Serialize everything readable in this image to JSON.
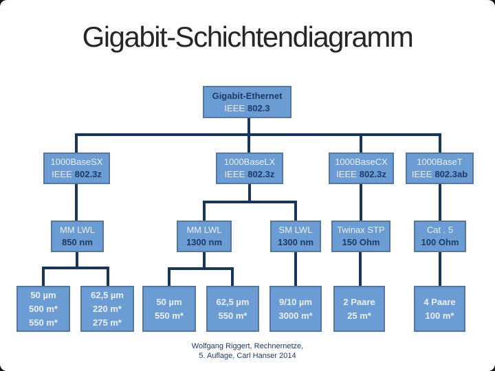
{
  "slide": {
    "title": "Gigabit-Schichtendiagramm",
    "footer": {
      "line1": "Wolfgang Riggert, Rechnernetze,",
      "line2": "5. Auflage, Carl Hanser 2014"
    }
  },
  "colors": {
    "box_fill": "#6C9CD4",
    "box_border": "#53779E",
    "connector": "#16365C",
    "text_dark": "#1E3A66",
    "text_light": "#ECF0F6",
    "title_text": "#262626"
  },
  "tree": {
    "root": {
      "name": "Gigabit-Ethernet",
      "std_prefix": "IEEE",
      "std_number": "802.3"
    },
    "level2": [
      {
        "name": "1000BaseSX",
        "std_prefix": "IEEE",
        "std_number": "802.3z"
      },
      {
        "name": "1000BaseLX",
        "std_prefix": "IEEE",
        "std_number": "802.3z"
      },
      {
        "name": "1000BaseCX",
        "std_prefix": "IEEE",
        "std_number": "802.3z"
      },
      {
        "name": "1000BaseT",
        "std_prefix": "IEEE",
        "std_number": "802.3ab"
      }
    ],
    "level3": [
      {
        "name": "MM LWL",
        "value": "850 nm"
      },
      {
        "name": "MM LWL",
        "value": "1300 nm"
      },
      {
        "name": "SM LWL",
        "value": "1300 nm"
      },
      {
        "name": "Twinax STP",
        "value": "150 Ohm"
      },
      {
        "name": "Cat . 5",
        "value": "100 Ohm"
      }
    ],
    "level4": [
      {
        "lines": [
          "50 µm",
          "500 m*",
          "550 m*"
        ]
      },
      {
        "lines": [
          "62,5 µm",
          "220 m*",
          "275 m*"
        ]
      },
      {
        "lines": [
          "50 µm",
          "550 m*"
        ]
      },
      {
        "lines": [
          "62,5 µm",
          "550 m*"
        ]
      },
      {
        "lines": [
          "9/10 µm",
          "3000 m*"
        ]
      },
      {
        "lines": [
          "2 Paare",
          "25 m*"
        ]
      },
      {
        "lines": [
          "4 Paare",
          "100 m*"
        ]
      }
    ]
  }
}
